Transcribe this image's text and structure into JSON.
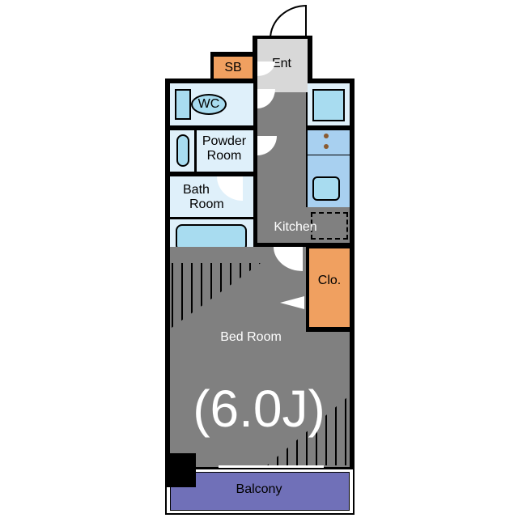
{
  "rooms": {
    "entrance": "Ent",
    "shoe_box": "SB",
    "toilet": "WC",
    "powder_room_line1": "Powder",
    "powder_room_line2": "Room",
    "bath_room_line1": "Bath",
    "bath_room_line2": "Room",
    "kitchen": "Kitchen",
    "closet": "Clo.",
    "bed_room": "Bed Room",
    "bed_room_size": "(6.0J)",
    "balcony": "Balcony"
  },
  "colors": {
    "wall": "#000000",
    "wet_area": "#dff0fa",
    "floor": "#808080",
    "entrance": "#d8d8d8",
    "storage": "#f0a060",
    "balcony": "#7070b8"
  }
}
